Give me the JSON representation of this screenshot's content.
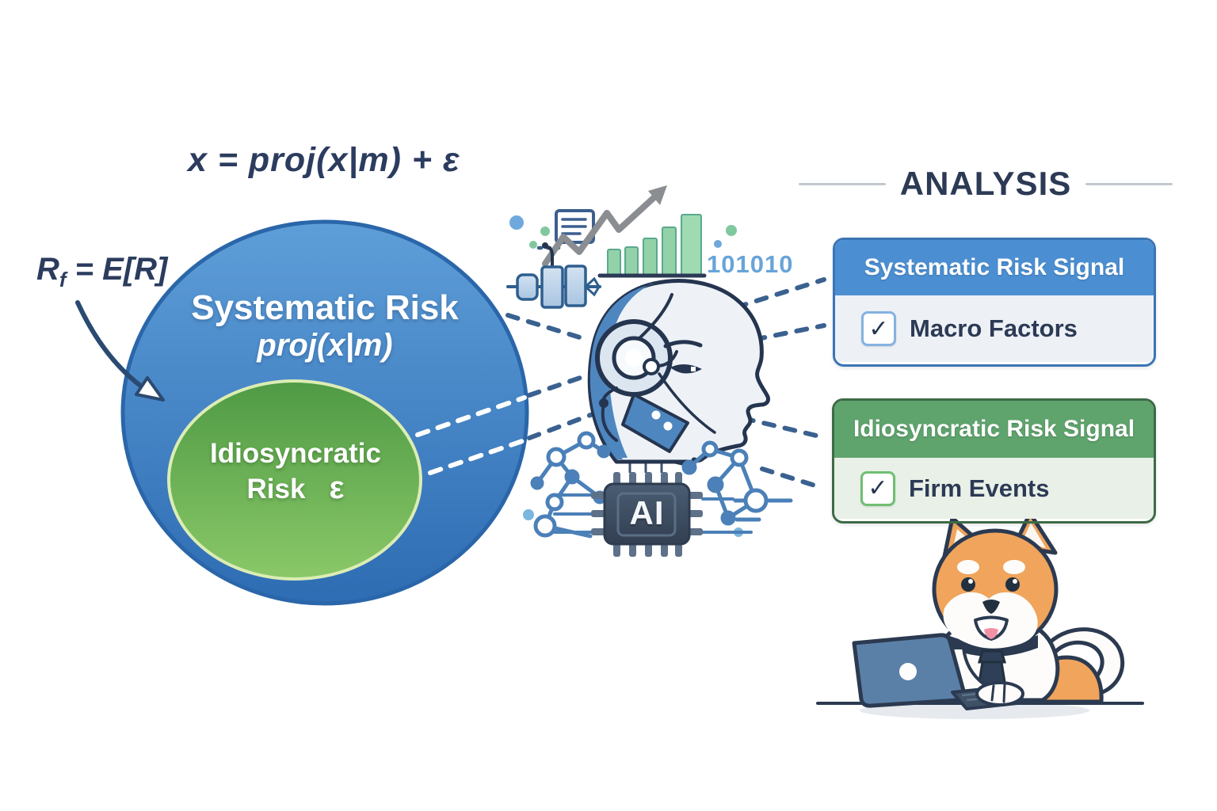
{
  "formula_top": "x = proj(x|m) + ε",
  "rf_label": {
    "base": "R",
    "sub": "f",
    "rest": " = E[R]"
  },
  "venn": {
    "outer_label_line1": "Systematic Risk",
    "outer_label_line2": "proj(x|m)",
    "inner_label_line1": "Idiosyncratic",
    "inner_label_line2": "Risk",
    "inner_epsilon": "ε"
  },
  "binary_text": "101010",
  "ai_chip_label": "AI",
  "analysis": {
    "title": "ANALYSIS",
    "panels": [
      {
        "header": "Systematic Risk Signal",
        "item": "Macro Factors",
        "checked": true,
        "theme": "blue"
      },
      {
        "header": "Idiosyncratic Risk Signal",
        "item": "Firm Events",
        "checked": true,
        "theme": "green"
      }
    ]
  },
  "icons": {
    "checkmark": "✓"
  },
  "colors": {
    "navy_text": "#2b3a55",
    "formula_text": "#2b3c5e",
    "circle_blue_top": "#5b9bd5",
    "circle_blue_bottom": "#2e6cb3",
    "circle_border": "#2a66a9",
    "ellipse_green_top": "#4f9a45",
    "ellipse_green_bottom": "#8ac868",
    "ellipse_border": "#dcedb4",
    "panel_blue_header": "#4b8fd2",
    "panel_blue_border": "#3b74b4",
    "panel_green_header": "#5fa36d",
    "panel_green_border": "#3d6b45",
    "dashed_connector": "#3a618f",
    "binary_blue": "#68a4d9",
    "bar_green": "#93d2a8",
    "trend_gray": "#8a8d91",
    "dog_orange": "#f0a45c",
    "laptop_blue": "#5b80a8"
  }
}
